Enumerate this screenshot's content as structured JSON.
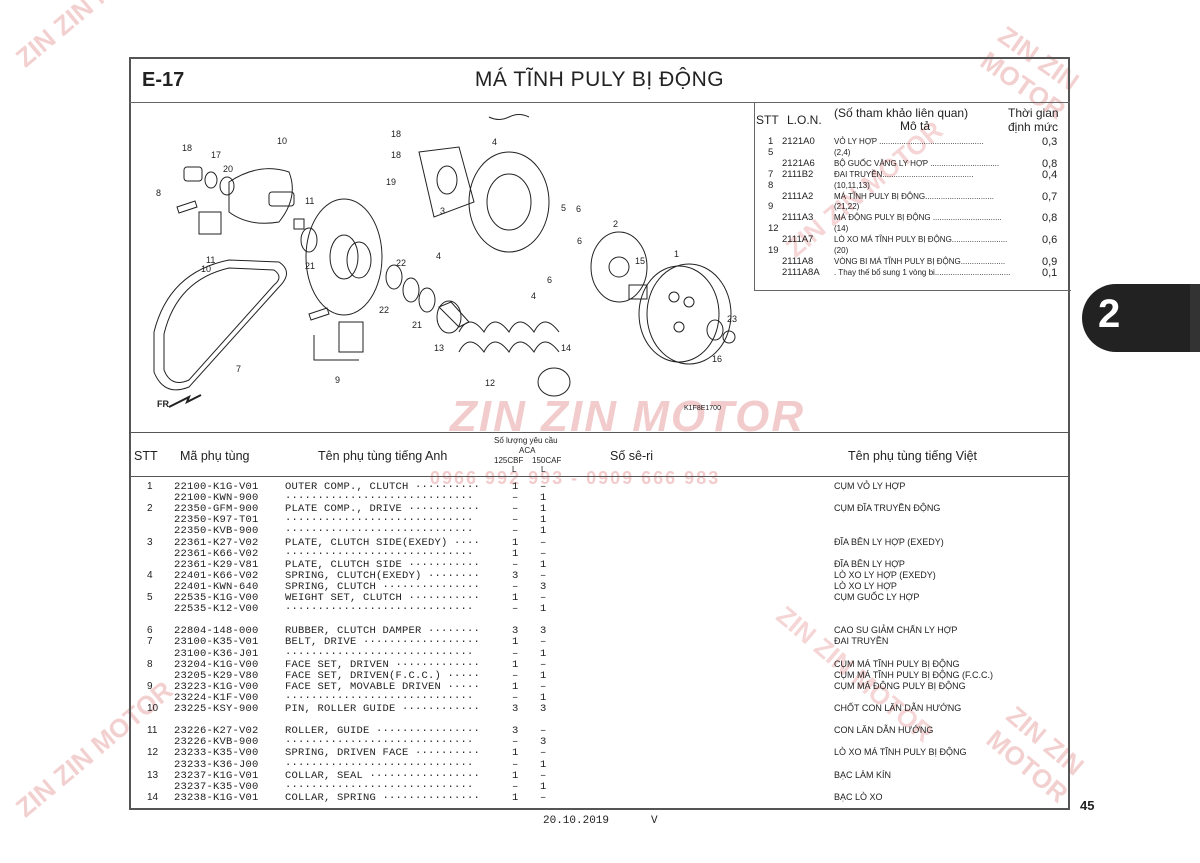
{
  "page": {
    "code": "E-17",
    "title": "MÁ TĨNH PULY BỊ ĐỘNG",
    "page_number": "45",
    "chapter_tab": "2",
    "footer_date": "20.10.2019",
    "footer_v": "V",
    "figure_code": "K1F8E1700",
    "fr_label": "FR."
  },
  "watermark": {
    "brand": "ZIN ZIN MOTOR",
    "phone": "0966 992 993 - 0909 666 983"
  },
  "ref_header": {
    "stt": "STT",
    "lon": "L.O.N.",
    "desc_line1": "(Số tham khảo liên quan)",
    "desc_line2": "Mô tả",
    "time_line1": "Thời gian",
    "time_line2": "định mức"
  },
  "ref_rows": [
    {
      "stt": "1",
      "lon": "2121A0",
      "desc": "VỎ LY HỢP ...............................................",
      "time": "0,3"
    },
    {
      "stt": "5",
      "lon": "",
      "desc": "(2,4)",
      "time": ""
    },
    {
      "stt": "",
      "lon": "2121A6",
      "desc": "BỘ GUỐC VĂNG LY HỢP ...............................",
      "time": "0,8"
    },
    {
      "stt": "7",
      "lon": "2111B2",
      "desc": "ĐAI TRUYỀN.........................................",
      "time": "0,4"
    },
    {
      "stt": "8",
      "lon": "",
      "desc": "(10,11,13)",
      "time": ""
    },
    {
      "stt": "",
      "lon": "2111A2",
      "desc": "MÁ TĨNH PULY BỊ ĐỘNG...............................",
      "time": "0,7"
    },
    {
      "stt": "9",
      "lon": "",
      "desc": "(21,22)",
      "time": ""
    },
    {
      "stt": "",
      "lon": "2111A3",
      "desc": "MÁ ĐỘNG PULY BỊ ĐỘNG ...............................",
      "time": "0,8"
    },
    {
      "stt": "12",
      "lon": "",
      "desc": "(14)",
      "time": ""
    },
    {
      "stt": "",
      "lon": "2111A7",
      "desc": "LÒ XO MÁ TĨNH PULY BỊ ĐỘNG.........................",
      "time": "0,6"
    },
    {
      "stt": "19",
      "lon": "",
      "desc": "(20)",
      "time": ""
    },
    {
      "stt": "",
      "lon": "2111A8",
      "desc": "VÒNG BI MÁ TĨNH PULY BỊ ĐỘNG....................",
      "time": "0,9"
    },
    {
      "stt": "",
      "lon": "2111A8A",
      "desc": ". Thay thế bổ sung 1 vòng bi..................................",
      "time": "0,1"
    }
  ],
  "table_header": {
    "stt": "STT",
    "part_no": "Mã phụ tùng",
    "name_en": "Tên phụ tùng tiếng Anh",
    "qty": "Số lượng yêu cầu",
    "aca": "ACA",
    "col1": "125CBF",
    "col2": "150CAF",
    "l1": "L",
    "l2": "L",
    "serial": "Số sê-ri",
    "name_vn": "Tên phụ tùng tiếng Việt"
  },
  "table_rows": [
    {
      "stt": "1",
      "part": "22100-K1G-V01",
      "en": "OUTER COMP., CLUTCH ··········",
      "q1": "1",
      "q2": "–",
      "vn": "CỤM VỎ LY HỢP"
    },
    {
      "stt": "",
      "part": "22100-KWN-900",
      "en": "·····························",
      "q1": "–",
      "q2": "1",
      "vn": ""
    },
    {
      "stt": "2",
      "part": "22350-GFM-900",
      "en": "PLATE COMP., DRIVE ···········",
      "q1": "–",
      "q2": "1",
      "vn": "CỤM ĐĨA TRUYỀN ĐỘNG"
    },
    {
      "stt": "",
      "part": "22350-K97-T01",
      "en": "·····························",
      "q1": "–",
      "q2": "1",
      "vn": ""
    },
    {
      "stt": "",
      "part": "22350-KVB-900",
      "en": "·····························",
      "q1": "–",
      "q2": "1",
      "vn": ""
    },
    {
      "stt": "3",
      "part": "22361-K27-V02",
      "en": "PLATE, CLUTCH SIDE(EXEDY) ····",
      "q1": "1",
      "q2": "–",
      "vn": "ĐĨA BÊN LY HỢP (EXEDY)"
    },
    {
      "stt": "",
      "part": "22361-K66-V02",
      "en": "·····························",
      "q1": "1",
      "q2": "–",
      "vn": ""
    },
    {
      "stt": "",
      "part": "22361-K29-V81",
      "en": "PLATE, CLUTCH SIDE ···········",
      "q1": "–",
      "q2": "1",
      "vn": "ĐĨA BÊN LY HỢP"
    },
    {
      "stt": "4",
      "part": "22401-K66-V02",
      "en": "SPRING, CLUTCH(EXEDY) ········",
      "q1": "3",
      "q2": "–",
      "vn": "LÒ XO LY HỢP (EXEDY)"
    },
    {
      "stt": "",
      "part": "22401-KWN-640",
      "en": "SPRING, CLUTCH ···············",
      "q1": "–",
      "q2": "3",
      "vn": "LÒ XO LY HỢP"
    },
    {
      "stt": "5",
      "part": "22535-K1G-V00",
      "en": "WEIGHT SET, CLUTCH ···········",
      "q1": "1",
      "q2": "–",
      "vn": "CỤM GUỐC LY HỢP"
    },
    {
      "stt": "",
      "part": "22535-K12-V00",
      "en": "·····························",
      "q1": "–",
      "q2": "1",
      "vn": ""
    },
    {
      "stt": "",
      "part": "",
      "en": "",
      "q1": "",
      "q2": "",
      "vn": ""
    },
    {
      "stt": "6",
      "part": "22804-148-000",
      "en": "RUBBER, CLUTCH DAMPER ········",
      "q1": "3",
      "q2": "3",
      "vn": "CAO SU GIẢM CHẤN LY HỢP"
    },
    {
      "stt": "7",
      "part": "23100-K35-V01",
      "en": "BELT, DRIVE ··················",
      "q1": "1",
      "q2": "–",
      "vn": "ĐAI TRUYỀN"
    },
    {
      "stt": "",
      "part": "23100-K36-J01",
      "en": "·····························",
      "q1": "–",
      "q2": "1",
      "vn": ""
    },
    {
      "stt": "8",
      "part": "23204-K1G-V00",
      "en": "FACE SET, DRIVEN ·············",
      "q1": "1",
      "q2": "–",
      "vn": "CỤM MÁ TĨNH PULY BỊ ĐỘNG"
    },
    {
      "stt": "",
      "part": "23205-K29-V80",
      "en": "FACE SET, DRIVEN(F.C.C.) ·····",
      "q1": "–",
      "q2": "1",
      "vn": "CỤM MÁ TĨNH PULY BỊ ĐỘNG (F.C.C.)"
    },
    {
      "stt": "9",
      "part": "23223-K1G-V00",
      "en": "FACE SET, MOVABLE DRIVEN ·····",
      "q1": "1",
      "q2": "–",
      "vn": "CỤM MÁ ĐỘNG PULY BỊ ĐỘNG"
    },
    {
      "stt": "",
      "part": "23224-K1F-V00",
      "en": "·····························",
      "q1": "–",
      "q2": "1",
      "vn": ""
    },
    {
      "stt": "10",
      "part": "23225-KSY-900",
      "en": "PIN, ROLLER GUIDE ············",
      "q1": "3",
      "q2": "3",
      "vn": "CHỐT CON LĂN DẪN HƯỚNG"
    },
    {
      "stt": "",
      "part": "",
      "en": "",
      "q1": "",
      "q2": "",
      "vn": ""
    },
    {
      "stt": "11",
      "part": "23226-K27-V02",
      "en": "ROLLER, GUIDE ················",
      "q1": "3",
      "q2": "–",
      "vn": "CON LĂN DẪN HƯỚNG"
    },
    {
      "stt": "",
      "part": "23226-KVB-900",
      "en": "·····························",
      "q1": "–",
      "q2": "3",
      "vn": ""
    },
    {
      "stt": "12",
      "part": "23233-K35-V00",
      "en": "SPRING, DRIVEN FACE ··········",
      "q1": "1",
      "q2": "–",
      "vn": "LÒ XO MÁ TĨNH PULY BỊ ĐỘNG"
    },
    {
      "stt": "",
      "part": "23233-K36-J00",
      "en": "·····························",
      "q1": "–",
      "q2": "1",
      "vn": ""
    },
    {
      "stt": "13",
      "part": "23237-K1G-V01",
      "en": "COLLAR, SEAL ·················",
      "q1": "1",
      "q2": "–",
      "vn": "BẠC LÀM KÍN"
    },
    {
      "stt": "",
      "part": "23237-K35-V00",
      "en": "·····························",
      "q1": "–",
      "q2": "1",
      "vn": ""
    },
    {
      "stt": "14",
      "part": "23238-K1G-V01",
      "en": "COLLAR, SPRING ···············",
      "q1": "1",
      "q2": "–",
      "vn": "BẠC LÒ XO"
    }
  ],
  "figure_labels": [
    "1",
    "2",
    "3",
    "4",
    "4",
    "4",
    "5",
    "6",
    "6",
    "6",
    "7",
    "8",
    "9",
    "10",
    "10",
    "11",
    "11",
    "12",
    "13",
    "14",
    "15",
    "16",
    "17",
    "18",
    "18",
    "18",
    "19",
    "20",
    "21",
    "21",
    "22",
    "22",
    "23"
  ]
}
